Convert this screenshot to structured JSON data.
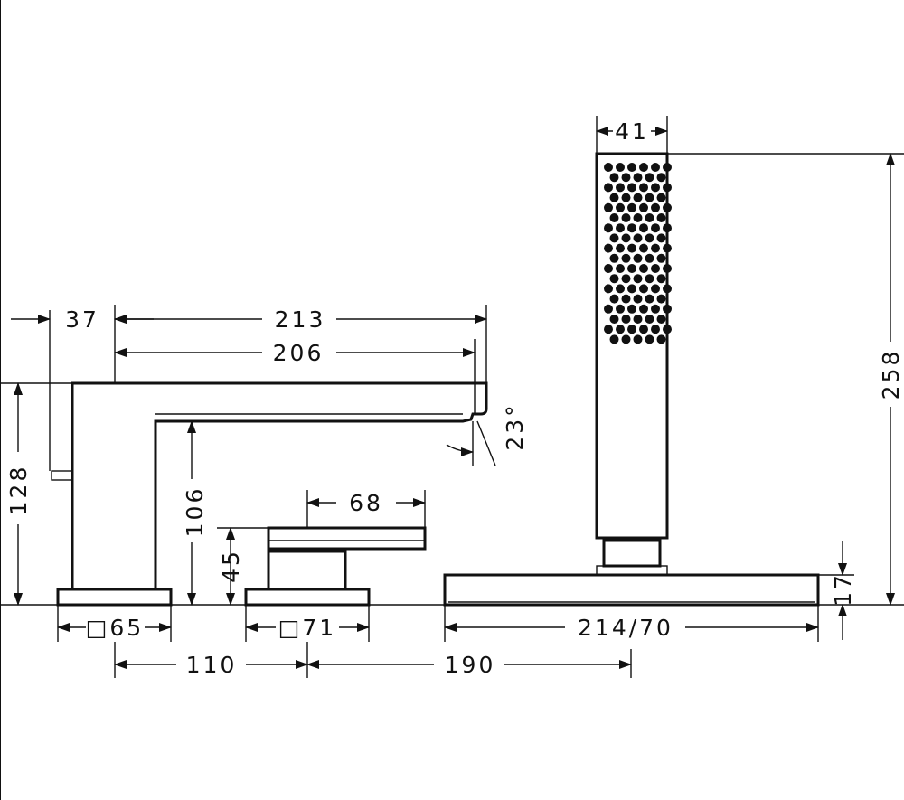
{
  "dimensions": {
    "d37": "37",
    "d213": "213",
    "d206": "206",
    "d128": "128",
    "d106": "106",
    "d23deg": "23°",
    "d68": "68",
    "d45": "45",
    "d65": "□65",
    "d71": "□71",
    "d110": "110",
    "d190": "190",
    "d41": "41",
    "d258": "258",
    "d17": "17",
    "d214_70": "214/70"
  }
}
